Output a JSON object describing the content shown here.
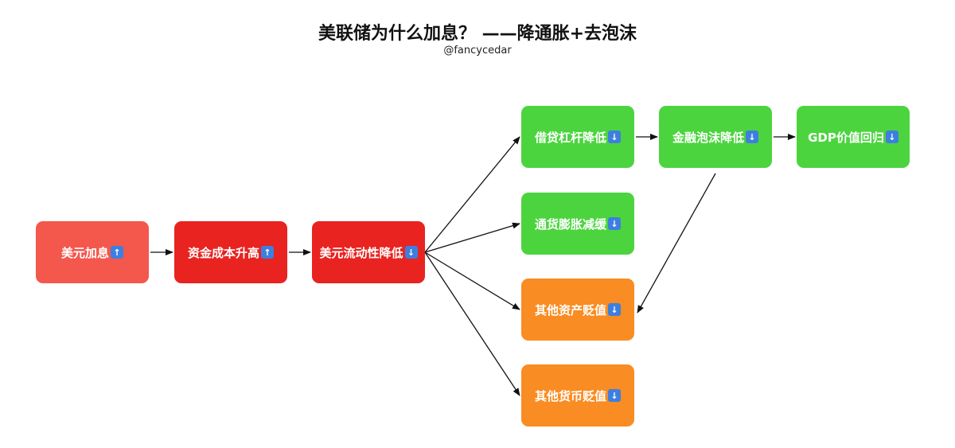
{
  "header": {
    "title": "美联储为什么加息？ ——降通胀+去泡沫",
    "subtitle": "@fancycedar"
  },
  "colors": {
    "cause": "#f4574c",
    "mechanism": "#e82320",
    "positive": "#4cd43f",
    "side_effect": "#f98c22",
    "icon_badge": "#3d7fe0"
  },
  "nodes": {
    "usd_rate_hike": {
      "label": "美元加息",
      "icon": "up-arrow-icon"
    },
    "capital_cost_rise": {
      "label": "资金成本升高",
      "icon": "up-arrow-icon"
    },
    "usd_liquidity_down": {
      "label": "美元流动性降低",
      "icon": "down-arrow-icon"
    },
    "leverage_down": {
      "label": "借贷杠杆降低",
      "icon": "down-arrow-icon"
    },
    "bubble_down": {
      "label": "金融泡沫降低",
      "icon": "down-arrow-icon"
    },
    "gdp_return": {
      "label": "GDP价值回归",
      "icon": "down-arrow-icon"
    },
    "inflation_slow": {
      "label": "通货膨胀减缓",
      "icon": "down-arrow-icon"
    },
    "other_assets_down": {
      "label": "其他资产贬值",
      "icon": "down-arrow-icon"
    },
    "other_currency_down": {
      "label": "其他货币贬值",
      "icon": "down-arrow-icon"
    }
  },
  "edges": [
    {
      "from": "usd_rate_hike",
      "to": "capital_cost_rise"
    },
    {
      "from": "capital_cost_rise",
      "to": "usd_liquidity_down"
    },
    {
      "from": "usd_liquidity_down",
      "to": "leverage_down"
    },
    {
      "from": "usd_liquidity_down",
      "to": "inflation_slow"
    },
    {
      "from": "usd_liquidity_down",
      "to": "other_assets_down"
    },
    {
      "from": "usd_liquidity_down",
      "to": "other_currency_down"
    },
    {
      "from": "leverage_down",
      "to": "bubble_down"
    },
    {
      "from": "bubble_down",
      "to": "gdp_return"
    },
    {
      "from": "bubble_down",
      "to": "other_assets_down"
    }
  ]
}
